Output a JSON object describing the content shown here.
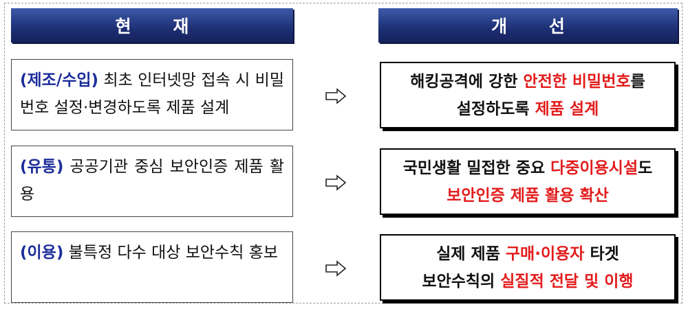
{
  "header": {
    "current": "현 재",
    "improved": "개 선"
  },
  "rows": [
    {
      "current": {
        "tag": "(제조/수입)",
        "text": " 최초 인터넷망 접속 시 비밀번호 설정·변경하도록 제품 설계"
      },
      "improved": {
        "line1": [
          {
            "text": "해킹공격에 강한 ",
            "color": "black"
          },
          {
            "text": "안전한 비밀번호",
            "color": "red"
          },
          {
            "text": "를",
            "color": "black"
          }
        ],
        "line2": [
          {
            "text": "설정하도록 ",
            "color": "black"
          },
          {
            "text": "제품 설계",
            "color": "red"
          }
        ]
      }
    },
    {
      "current": {
        "tag": "(유통)",
        "text": " 공공기관 중심 보안인증 제품 활용"
      },
      "improved": {
        "line1": [
          {
            "text": "국민생활 밀접한 중요 ",
            "color": "black"
          },
          {
            "text": "다중이용시설",
            "color": "red"
          },
          {
            "text": "도",
            "color": "black"
          }
        ],
        "line2": [
          {
            "text": "보안인증 제품 활용 확산",
            "color": "red"
          }
        ]
      }
    },
    {
      "current": {
        "tag": "(이용)",
        "text": " 불특정 다수 대상 보안수칙 홍보"
      },
      "improved": {
        "line1": [
          {
            "text": "실제 제품 ",
            "color": "black"
          },
          {
            "text": "구매·이용자",
            "color": "red"
          },
          {
            "text": " 타겟",
            "color": "black"
          }
        ],
        "line2": [
          {
            "text": "보안수칙의 ",
            "color": "black"
          },
          {
            "text": "실질적 전달 및 이행",
            "color": "red"
          }
        ]
      }
    }
  ],
  "colors": {
    "header_bg": "#1d2f74",
    "tag_blue": "#1b2d9a",
    "highlight_red": "#e31b1b"
  },
  "icons": {
    "arrow": "hollow-right-arrow-icon"
  }
}
